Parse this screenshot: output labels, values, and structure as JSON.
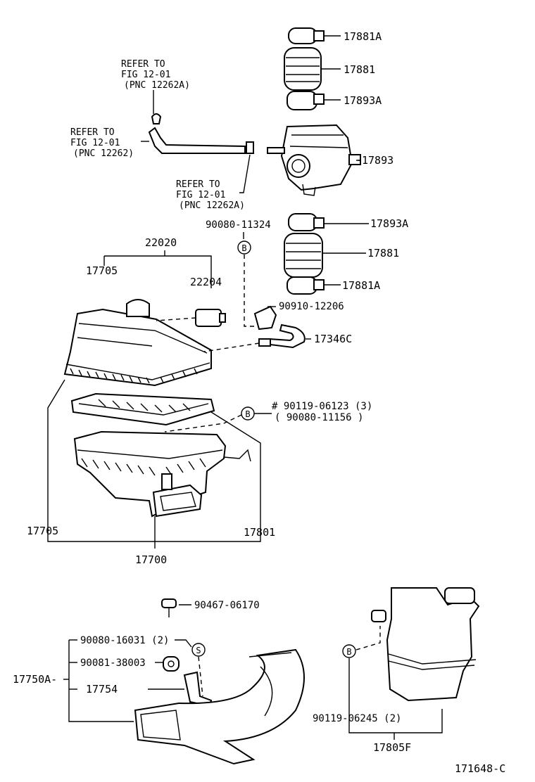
{
  "diagram_code": "171648-C",
  "references": [
    {
      "id": "ref-a",
      "lines": [
        "REFER TO",
        "FIG 12-01",
        "(PNC 12262A)"
      ]
    },
    {
      "id": "ref-b",
      "lines": [
        "REFER TO",
        "FIG 12-01",
        "(PNC 12262)"
      ]
    },
    {
      "id": "ref-c",
      "lines": [
        "REFER TO",
        "FIG 12-01",
        "(PNC 12262A)"
      ]
    }
  ],
  "callouts": {
    "top_group": {
      "c17881A_top": "17881A",
      "c17881_top": "17881",
      "c17893A_top": "17893A",
      "c17893": "17893",
      "c17893A_mid": "17893A",
      "c17881_mid": "17881",
      "c17881A_mid": "17881A"
    },
    "cleaner_group": {
      "c90080_11324": "90080-11324",
      "c22020": "22020",
      "c17705_top": "17705",
      "c22204": "22204",
      "c90910_12206": "90910-12206",
      "c17346C": "17346C",
      "c90119_06123": "# 90119-06123 (3)",
      "c90080_11156": "( 90080-11156 )",
      "c17705_bottom": "17705",
      "c17801": "17801",
      "c17700": "17700"
    },
    "bottom_group": {
      "c90467_06170": "90467-06170",
      "c90080_16031": "90080-16031 (2)",
      "c90081_38003": "90081-38003",
      "c17750A": "17750A-",
      "c17754": "17754",
      "c90119_06245": "90119-06245 (2)",
      "c17805F": "17805F"
    }
  },
  "markers": {
    "b": "B",
    "s": "S"
  }
}
